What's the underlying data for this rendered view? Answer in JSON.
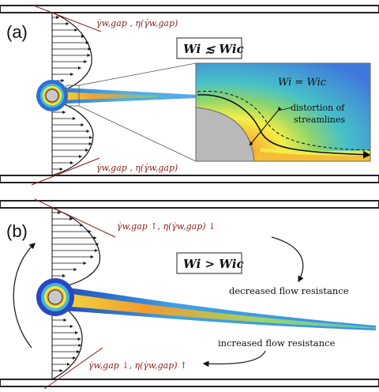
{
  "panels": {
    "a": {
      "label": "(a)",
      "top_shear_text": "γ̇w,gap , η(γ̇w,gap)",
      "bottom_shear_text": "γ̇w,gap , η(γ̇w,gap)",
      "condition_box": "Wi ≲ Wic",
      "inset": {
        "equation": "Wi = Wic",
        "annotation_line1": "distortion of",
        "annotation_line2": "streamlines"
      }
    },
    "b": {
      "label": "(b)",
      "top_shear_text": "γ̇w,gap ↑, η(γ̇w,gap) ↓",
      "bottom_shear_text": "γ̇w,gap ↓, η(γ̇w,gap) ↑",
      "condition_box": "Wi > Wic",
      "decreased_note": "decreased flow resistance",
      "increased_note": "increased flow resistance"
    }
  },
  "colors": {
    "annotation_red": "#8b1a1a",
    "channel_wall": "#222222",
    "cylinder_gray": "#c8c8c8"
  }
}
